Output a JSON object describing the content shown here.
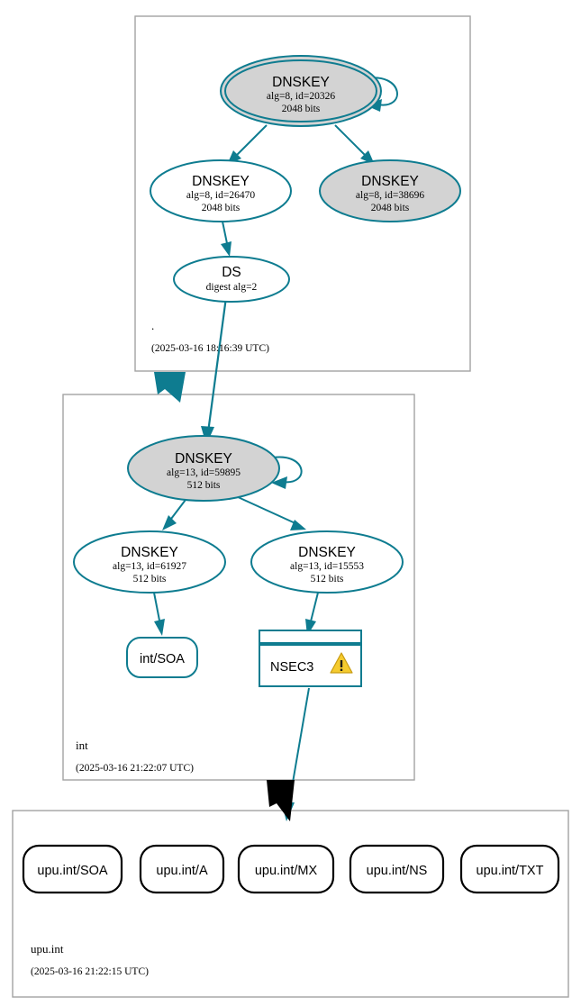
{
  "diagram": {
    "type": "dnssec-authentication-chain",
    "colors": {
      "secure_teal": "#0e7c90",
      "key_fill_gray": "#d3d3d3",
      "key_fill_white": "#ffffff",
      "zone_border": "#a3a3a3",
      "insecure_black": "#000000",
      "warning_yellow": "#f5cb2e"
    },
    "zones": [
      {
        "id": "root",
        "name": ".",
        "timestamp": "(2025-03-16 18:16:39 UTC)",
        "nodes": [
          {
            "id": "root-ksk",
            "kind": "DNSKEY",
            "title": "DNSKEY",
            "params": "alg=8, id=20326",
            "size": "2048 bits",
            "shape": "doubleellipse",
            "fill": "gray",
            "self_signed": true
          },
          {
            "id": "root-zsk-26470",
            "kind": "DNSKEY",
            "title": "DNSKEY",
            "params": "alg=8, id=26470",
            "size": "2048 bits",
            "shape": "ellipse",
            "fill": "white",
            "self_signed": false
          },
          {
            "id": "root-zsk-38696",
            "kind": "DNSKEY",
            "title": "DNSKEY",
            "params": "alg=8, id=38696",
            "size": "2048 bits",
            "shape": "ellipse",
            "fill": "gray",
            "self_signed": false
          },
          {
            "id": "root-ds",
            "kind": "DS",
            "title": "DS",
            "params": "digest alg=2",
            "size": "",
            "shape": "ellipse",
            "fill": "white",
            "self_signed": false
          }
        ]
      },
      {
        "id": "int",
        "name": "int",
        "timestamp": "(2025-03-16 21:22:07 UTC)",
        "nodes": [
          {
            "id": "int-ksk",
            "kind": "DNSKEY",
            "title": "DNSKEY",
            "params": "alg=13, id=59895",
            "size": "512 bits",
            "shape": "ellipse",
            "fill": "gray",
            "self_signed": true
          },
          {
            "id": "int-zsk-61927",
            "kind": "DNSKEY",
            "title": "DNSKEY",
            "params": "alg=13, id=61927",
            "size": "512 bits",
            "shape": "ellipse",
            "fill": "white",
            "self_signed": false
          },
          {
            "id": "int-zsk-15553",
            "kind": "DNSKEY",
            "title": "DNSKEY",
            "params": "alg=13, id=15553",
            "size": "512 bits",
            "shape": "ellipse",
            "fill": "white",
            "self_signed": false
          },
          {
            "id": "int-soa",
            "kind": "RRset",
            "title": "int/SOA",
            "shape": "rounded-rect",
            "stroke": "teal"
          },
          {
            "id": "int-nsec3",
            "kind": "NSEC3",
            "title": "NSEC3",
            "shape": "record-box",
            "stroke": "teal",
            "status_icon": "warning-triangle-icon"
          }
        ]
      },
      {
        "id": "upu-int",
        "name": "upu.int",
        "timestamp": "(2025-03-16 21:22:15 UTC)",
        "nodes": [
          {
            "id": "upu-soa",
            "kind": "RRset",
            "title": "upu.int/SOA",
            "shape": "rounded-rect",
            "stroke": "black"
          },
          {
            "id": "upu-a",
            "kind": "RRset",
            "title": "upu.int/A",
            "shape": "rounded-rect",
            "stroke": "black"
          },
          {
            "id": "upu-mx",
            "kind": "RRset",
            "title": "upu.int/MX",
            "shape": "rounded-rect",
            "stroke": "black"
          },
          {
            "id": "upu-ns",
            "kind": "RRset",
            "title": "upu.int/NS",
            "shape": "rounded-rect",
            "stroke": "black"
          },
          {
            "id": "upu-txt",
            "kind": "RRset",
            "title": "upu.int/TXT",
            "shape": "rounded-rect",
            "stroke": "black"
          }
        ]
      }
    ],
    "edges": [
      {
        "from": "root-ksk",
        "to": "root-ksk",
        "style": "self-loop",
        "color": "teal"
      },
      {
        "from": "root-ksk",
        "to": "root-zsk-26470",
        "style": "arrow",
        "color": "teal"
      },
      {
        "from": "root-ksk",
        "to": "root-zsk-38696",
        "style": "arrow",
        "color": "teal"
      },
      {
        "from": "root-zsk-26470",
        "to": "root-ds",
        "style": "arrow",
        "color": "teal"
      },
      {
        "from": "root-ds",
        "to": "int-ksk",
        "style": "arrow",
        "color": "teal"
      },
      {
        "from": "root",
        "to": "int",
        "style": "thick-delegation-arrow",
        "color": "teal"
      },
      {
        "from": "int-ksk",
        "to": "int-ksk",
        "style": "self-loop",
        "color": "teal"
      },
      {
        "from": "int-ksk",
        "to": "int-zsk-61927",
        "style": "arrow",
        "color": "teal"
      },
      {
        "from": "int-ksk",
        "to": "int-zsk-15553",
        "style": "arrow",
        "color": "teal"
      },
      {
        "from": "int-zsk-61927",
        "to": "int-soa",
        "style": "arrow",
        "color": "teal"
      },
      {
        "from": "int-zsk-15553",
        "to": "int-nsec3",
        "style": "arrow",
        "color": "teal"
      },
      {
        "from": "int-nsec3",
        "to": "upu-int",
        "style": "arrow",
        "color": "teal"
      },
      {
        "from": "int",
        "to": "upu-int",
        "style": "thick-delegation-arrow",
        "color": "black"
      }
    ]
  }
}
